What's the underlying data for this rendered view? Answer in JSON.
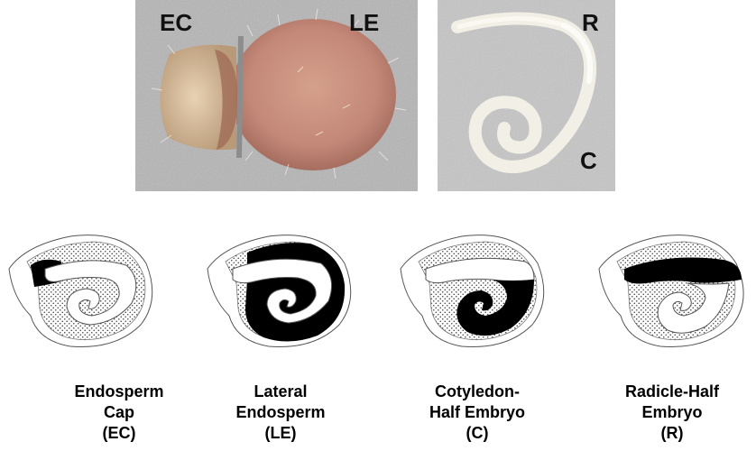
{
  "photos": {
    "left": {
      "labels": [
        "EC",
        "LE"
      ]
    },
    "right": {
      "labels": [
        "R",
        "C"
      ]
    }
  },
  "tissues": [
    {
      "lines": [
        "Endosperm",
        "Cap",
        "(EC)"
      ]
    },
    {
      "lines": [
        "Lateral",
        "Endosperm",
        "(LE)"
      ]
    },
    {
      "lines": [
        "Cotyledon-",
        "Half Embryo",
        "(C)"
      ]
    },
    {
      "lines": [
        "Radicle-Half",
        "Embryo",
        "(R)"
      ]
    }
  ],
  "colors": {
    "highlight": "#000000",
    "endosperm_stipple": "#444444",
    "background": "#ffffff"
  }
}
